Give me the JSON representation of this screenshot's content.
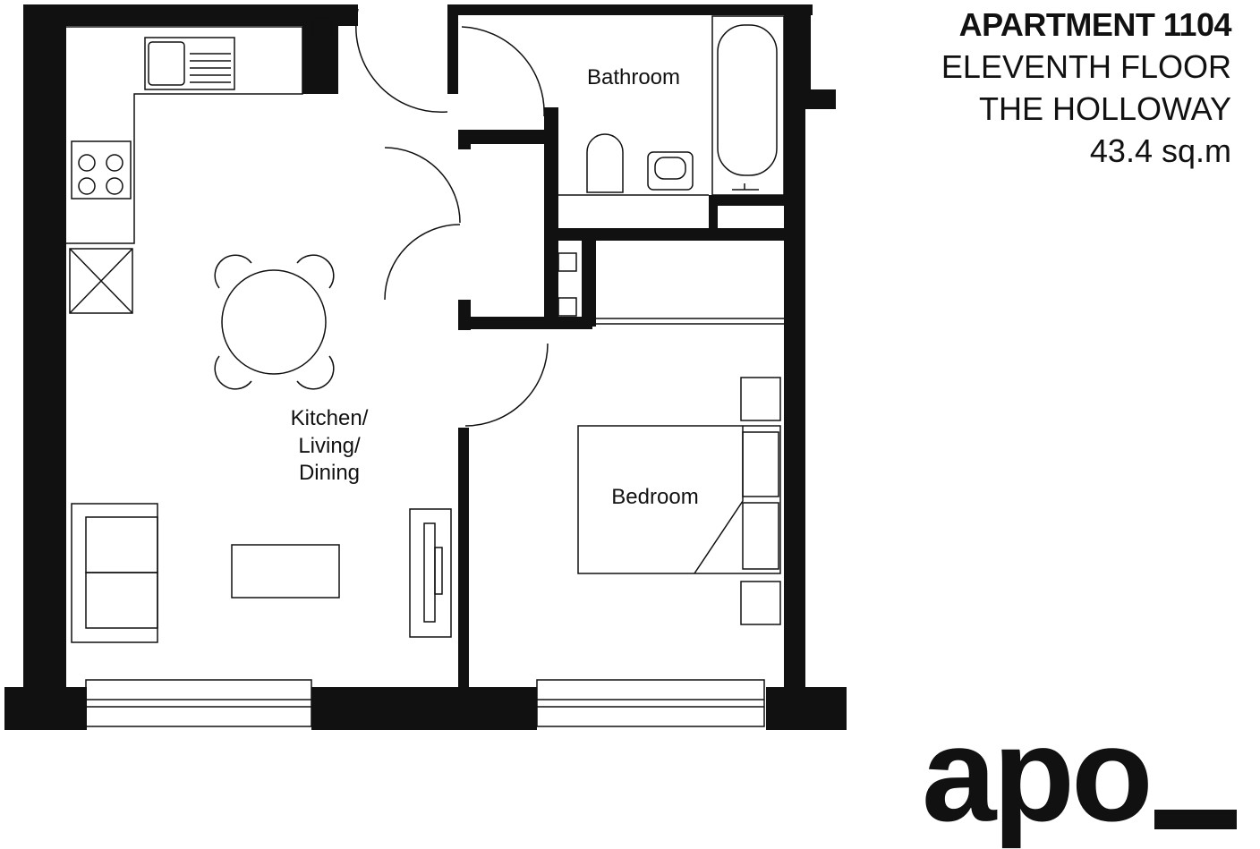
{
  "header": {
    "apartment": "APARTMENT 1104",
    "floor": "ELEVENTH FLOOR",
    "building": "THE HOLLOWAY",
    "area": "43.4 sq.m"
  },
  "rooms": {
    "bathroom": "Bathroom",
    "kitchen_line1": "Kitchen/",
    "kitchen_line2": "Living/",
    "kitchen_line3": "Dining",
    "bedroom": "Bedroom"
  },
  "logo": {
    "text": "apo"
  },
  "colors": {
    "wall": "#111111",
    "line": "#111111",
    "background": "#ffffff"
  }
}
